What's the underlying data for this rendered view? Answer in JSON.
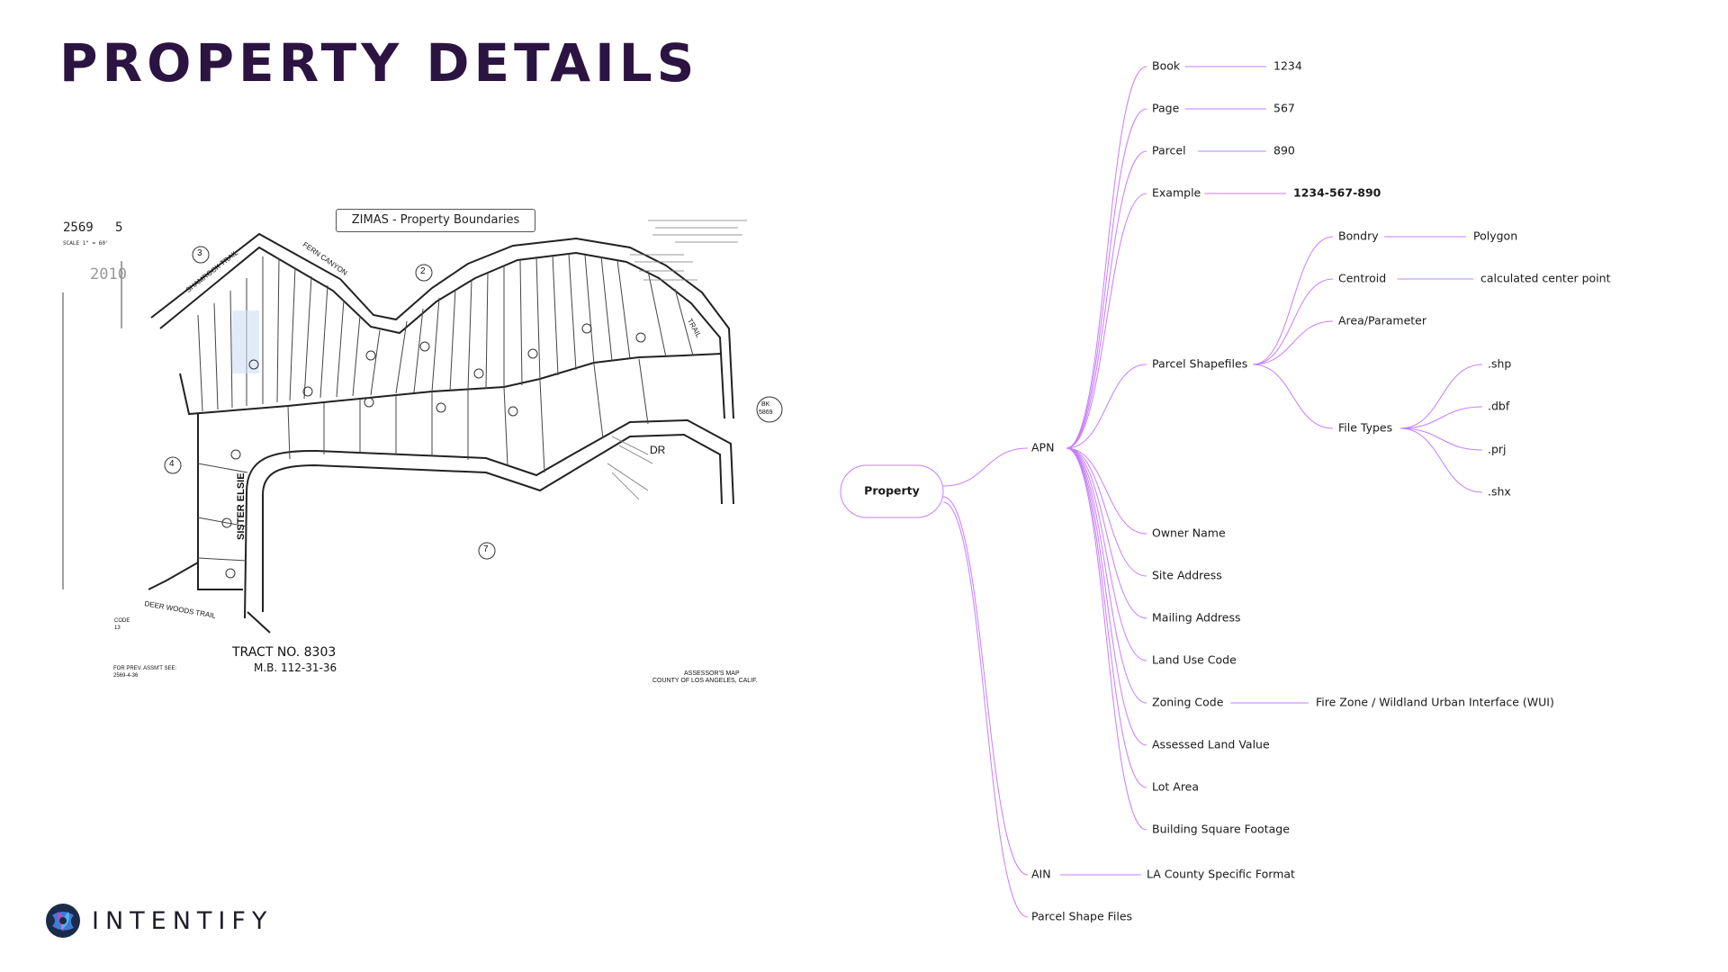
{
  "page": {
    "title": "PROPERTY DETAILS"
  },
  "map": {
    "label": "ZIMAS - Property Boundaries",
    "book_page_book": "2569",
    "book_page_page": "5",
    "scale": "SCALE 1\" = 60'",
    "year": "2010",
    "tract": "TRACT NO. 8303",
    "mb": "M.B. 112-31-36",
    "prev": "FOR PREV. ASSM'T SEE:",
    "prev_no": "2569-4-36",
    "code_label": "CODE",
    "code_value": "13",
    "assessor_1": "ASSESSOR'S MAP",
    "assessor_2": "COUNTY OF LOS ANGELES, CALIF.",
    "bk": "BK",
    "bk_no": "5869",
    "streets": [
      "SHAMROCK TRAIL",
      "FERN CANYON",
      "SISTER ELSIE",
      "DEER WOODS TRAIL",
      "DR",
      "TRAIL"
    ],
    "lot_markers": [
      "3",
      "2",
      "4",
      "7"
    ]
  },
  "mindmap": {
    "root": "Property",
    "apn": "APN",
    "aps_children": [
      {
        "label": "Book",
        "value": "1234"
      },
      {
        "label": "Page",
        "value": "567"
      },
      {
        "label": "Parcel",
        "value": "890"
      },
      {
        "label": "Example",
        "value": "1234-567-890"
      },
      {
        "label": "Parcel Shapefiles",
        "value": ""
      },
      {
        "label": "Owner Name",
        "value": ""
      },
      {
        "label": "Site Address",
        "value": ""
      },
      {
        "label": "Mailing Address",
        "value": ""
      },
      {
        "label": "Land Use Code",
        "value": ""
      },
      {
        "label": "Zoning Code",
        "value": "Fire Zone / Wildland Urban Interface (WUI)"
      },
      {
        "label": "Assessed Land Value",
        "value": ""
      },
      {
        "label": "Lot Area",
        "value": ""
      },
      {
        "label": "Building Square Footage",
        "value": ""
      }
    ],
    "shapefile_children": [
      {
        "label": "Bondry",
        "value": "Polygon"
      },
      {
        "label": "Centroid",
        "value": "calculated center point"
      },
      {
        "label": "Area/Parameter",
        "value": ""
      },
      {
        "label": "File Types",
        "value": ""
      }
    ],
    "file_types": [
      ".shp",
      ".dbf",
      ".prj",
      ".shx"
    ],
    "ain": {
      "label": "AIN",
      "value": "LA County Specific Format"
    },
    "parcel_shape_files": "Parcel Shape Files",
    "line_color": "#c77dff"
  },
  "logo": {
    "text": "INTENTIFY"
  }
}
